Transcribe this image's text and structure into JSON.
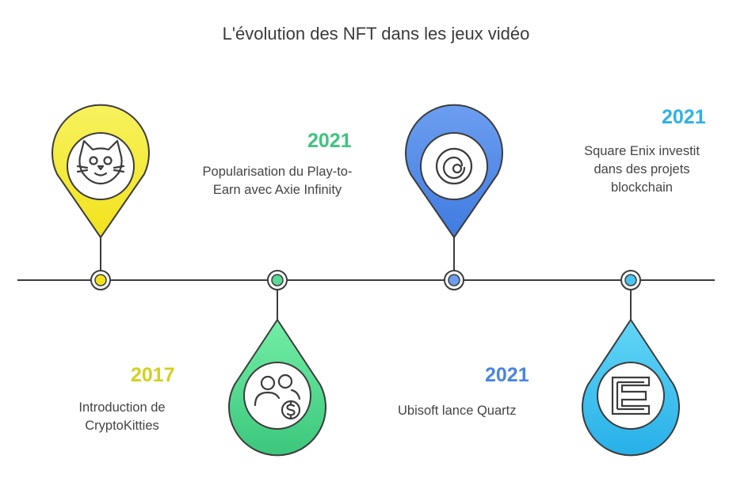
{
  "title": "L'évolution des NFT dans les jeux vidéo",
  "events": [
    {
      "year": "2017",
      "text": "Introduction de CryptoKitties",
      "color": "#d4d020",
      "icon": "cat-face-icon",
      "position": "above-line"
    },
    {
      "year": "2021",
      "text": "Popularisation du Play-to-Earn avec Axie Infinity",
      "color": "#3dc47e",
      "icon": "users-coin-icon",
      "position": "below-line"
    },
    {
      "year": "2021",
      "text": "Ubisoft lance Quartz",
      "color": "#4a84e0",
      "icon": "ubisoft-swirl-icon",
      "position": "above-line"
    },
    {
      "year": "2021",
      "text": "Square Enix investit dans des projets blockchain",
      "color": "#2db1e6",
      "icon": "square-enix-logo-icon",
      "position": "below-line"
    }
  ]
}
